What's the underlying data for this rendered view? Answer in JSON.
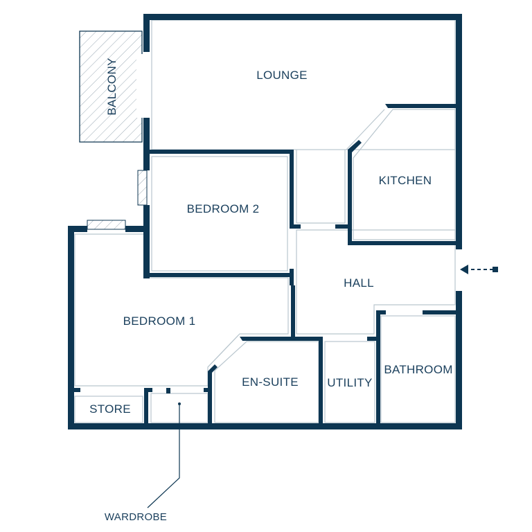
{
  "rooms": {
    "lounge": "LOUNGE",
    "balcony": "BALCONY",
    "kitchen": "KITCHEN",
    "bedroom2": "BEDROOM 2",
    "hall": "HALL",
    "bedroom1": "BEDROOM 1",
    "ensuite": "EN-SUITE",
    "utility": "UTILITY",
    "bathroom": "BATHROOM",
    "store": "STORE"
  },
  "callouts": {
    "wardrobe": "WARDROBE"
  },
  "icons": {
    "entrance": "dashed-arrow-left-icon"
  },
  "colors": {
    "wall": "#0d3652",
    "inner_line": "#b9c6ce",
    "label": "#1a3f5c"
  }
}
